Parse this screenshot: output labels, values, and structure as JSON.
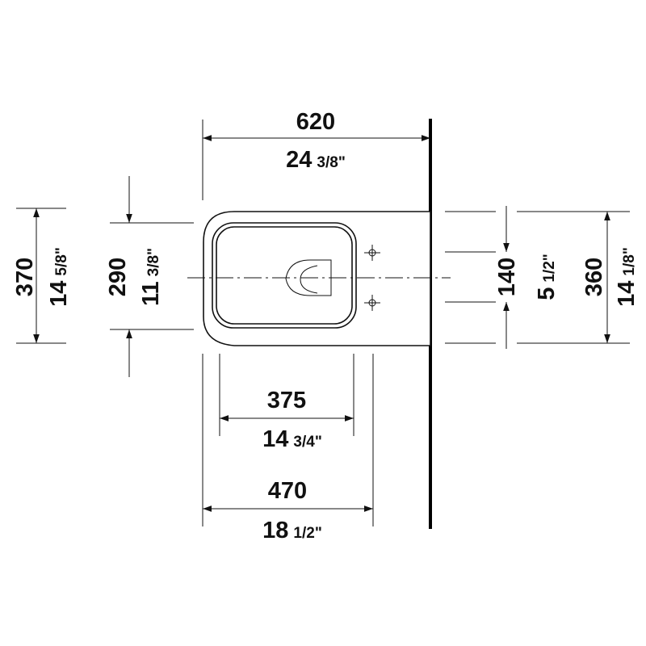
{
  "dimensions": {
    "width_total": {
      "mm": "620",
      "in_whole": "24",
      "in_frac": "3/8\""
    },
    "depth_outer": {
      "mm": "370",
      "in_whole": "14",
      "in_frac": "5/8\""
    },
    "depth_inner": {
      "mm": "290",
      "in_whole": "11",
      "in_frac": "3/8\""
    },
    "fixing_spacing": {
      "mm": "140",
      "in_whole": "5",
      "in_frac": "1/2\""
    },
    "depth_wall": {
      "mm": "360",
      "in_whole": "14",
      "in_frac": "1/8\""
    },
    "bowl_length": {
      "mm": "375",
      "in_whole": "14",
      "in_frac": "3/4\""
    },
    "projection": {
      "mm": "470",
      "in_whole": "18",
      "in_frac": "1/2\""
    }
  },
  "colors": {
    "line": "#111111",
    "wall": "#000000",
    "background": "#ffffff"
  }
}
